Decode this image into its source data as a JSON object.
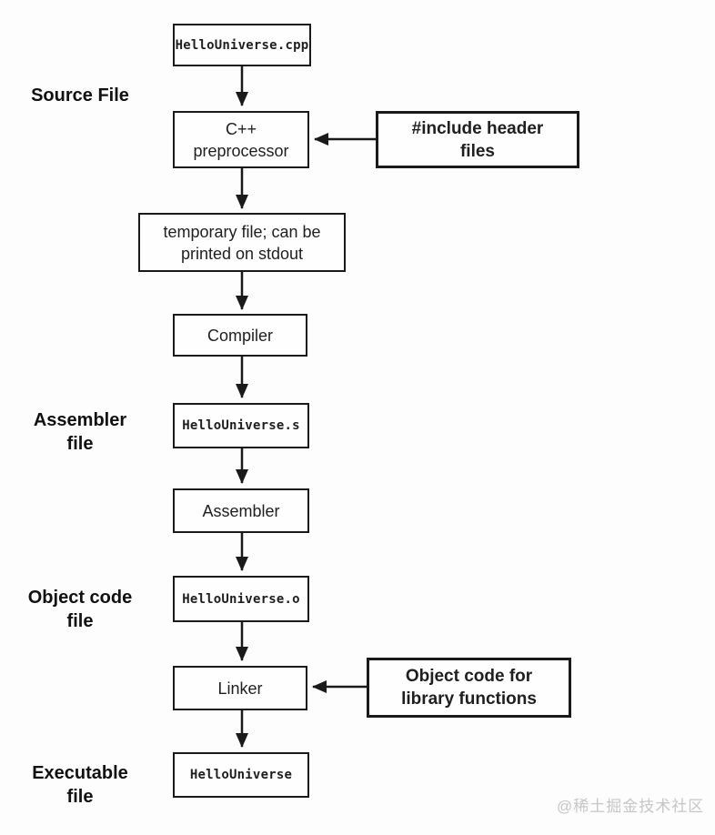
{
  "diagram": {
    "flow_boxes": [
      {
        "id": "source-cpp",
        "label": "HelloUniverse.cpp",
        "text_style": "mono"
      },
      {
        "id": "preprocessor",
        "label": "C++ preprocessor",
        "text_style": "sans"
      },
      {
        "id": "temp-file",
        "label": "temporary file; can be printed on stdout",
        "text_style": "sans"
      },
      {
        "id": "compiler",
        "label": "Compiler",
        "text_style": "sans"
      },
      {
        "id": "assembly-file",
        "label": "HelloUniverse.s",
        "text_style": "mono"
      },
      {
        "id": "assembler",
        "label": "Assembler",
        "text_style": "sans"
      },
      {
        "id": "object-file",
        "label": "HelloUniverse.o",
        "text_style": "mono"
      },
      {
        "id": "linker",
        "label": "Linker",
        "text_style": "sans"
      },
      {
        "id": "executable",
        "label": "HelloUniverse",
        "text_style": "mono"
      }
    ],
    "side_boxes": [
      {
        "id": "include-headers",
        "label": "#include header files"
      },
      {
        "id": "library-object-code",
        "label": "Object code for library functions"
      }
    ],
    "stage_labels": [
      {
        "id": "source-file",
        "label": "Source File"
      },
      {
        "id": "assembler-file",
        "label": "Assembler file"
      },
      {
        "id": "object-code-file",
        "label": "Object code file"
      },
      {
        "id": "executable-file",
        "label": "Executable file"
      }
    ],
    "watermark": "@稀土掘金技术社区",
    "colors": {
      "line": "#1a1a1a",
      "box_border": "#1a1a1a",
      "background": "#fdfdfd",
      "watermark_text": "#c6c6c6"
    }
  }
}
